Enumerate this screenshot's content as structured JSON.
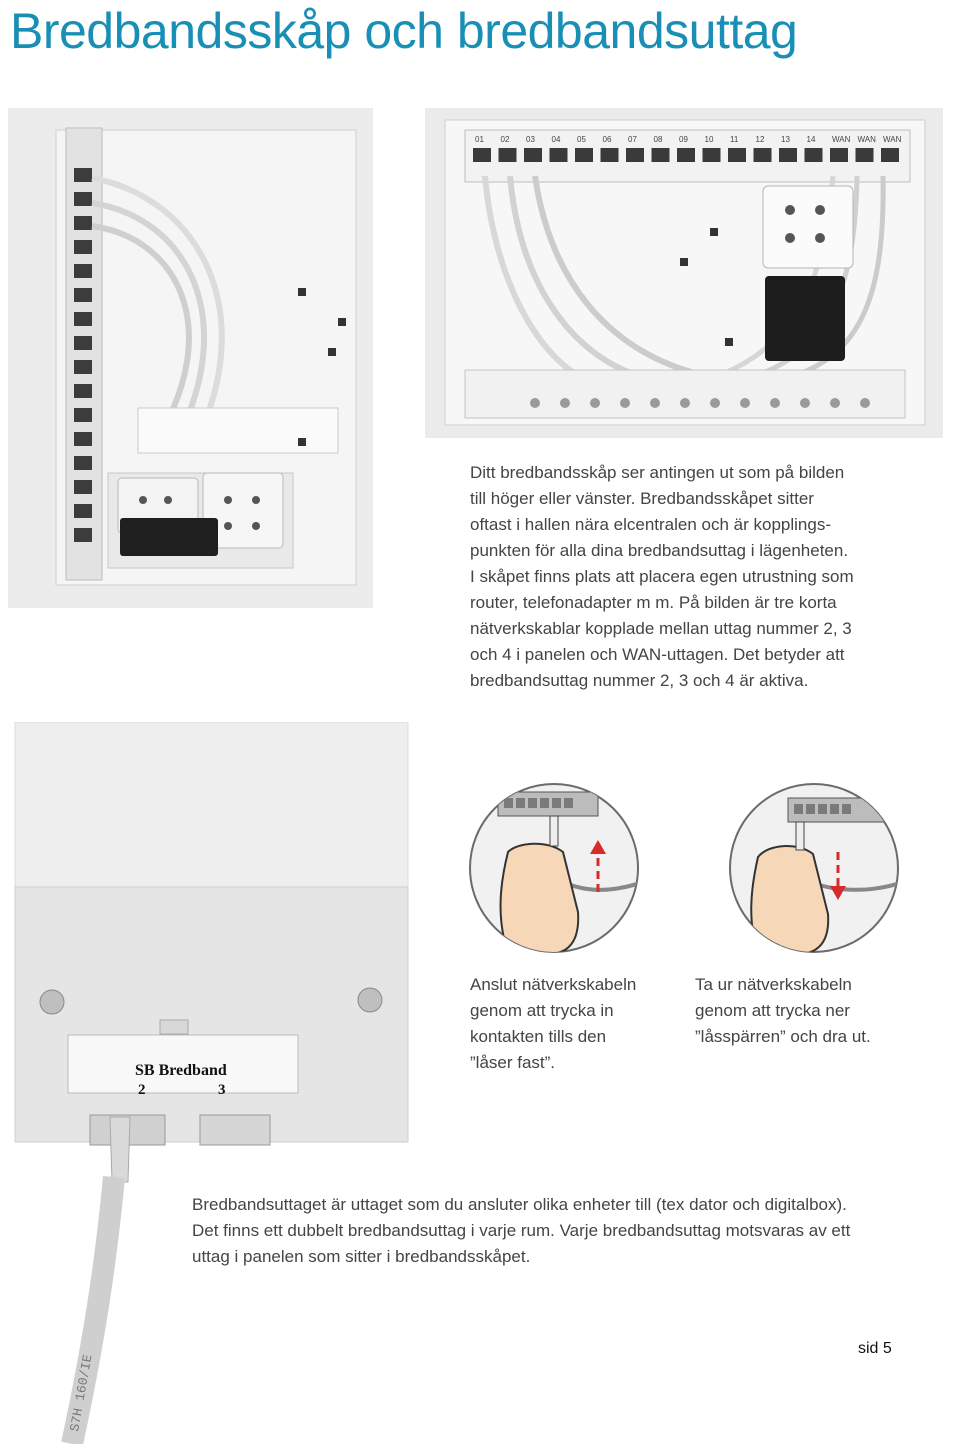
{
  "page": {
    "title": "Bredbandsskåp och bredbandsuttag",
    "intro_text": "Ditt bredbandsskåp ser antingen ut som på bilden till höger eller vänster. Bredbandsskåpet sitter oftast i hallen nära elcentralen och är kopplingspunkten för alla dina bredbandsuttag i lägenheten. I skåpet finns plats att placera egen utrustning som router, telefonadapter m m. På bilden är tre korta nätverkskablar kopplade mellan uttag nummer 2, 3 och 4 i panelen och WAN-uttagen. Det betyder att bredbandsuttag nummer 2, 3 och 4 är aktiva.",
    "intro_lines": [
      "Ditt bredbandsskåp ser antingen ut som på bilden",
      "till höger eller vänster. Bredbandsskåpet sitter",
      "oftast i hallen nära elcentralen och är kopplings-",
      "punkten för alla dina bredbandsuttag i lägenheten.",
      "I skåpet finns plats att placera egen utrustning som",
      "router, telefonadapter m m. På bilden är tre korta",
      "nätverkskablar kopplade mellan uttag nummer 2, 3",
      "och 4 i panelen och WAN-uttagen. Det betyder att",
      "bredbandsuttag nummer 2, 3 och 4 är aktiva."
    ],
    "connect_caption": [
      "Anslut nätverkskabeln",
      "genom att trycka in",
      "kontakten tills den",
      "”låser fast”."
    ],
    "disconnect_caption": [
      "Ta ur nätverkskabeln",
      "genom att trycka ner",
      "”låsspärren” och dra ut."
    ],
    "outlet_text": [
      "Bredbandsuttaget är uttaget som du ansluter olika enheter till (tex dator och digitalbox).",
      "Det finns ett dubbelt bredbandsuttag i varje rum. Varje bredbandsuttag motsvaras av ett",
      "uttag i panelen som sitter i bredbandsskåpet."
    ],
    "page_number": "sid 5"
  },
  "panel_labels": [
    "01",
    "02",
    "03",
    "04",
    "05",
    "06",
    "07",
    "08",
    "09",
    "10",
    "11",
    "12",
    "13",
    "14",
    "WAN",
    "WAN",
    "WAN"
  ],
  "outlet_label": {
    "name": "SB Bredband",
    "left_port": "2",
    "right_port": "3"
  },
  "colors": {
    "title": "#1a8fb5",
    "arrow": "#d62b2b",
    "skin": "#f6d7b8"
  }
}
